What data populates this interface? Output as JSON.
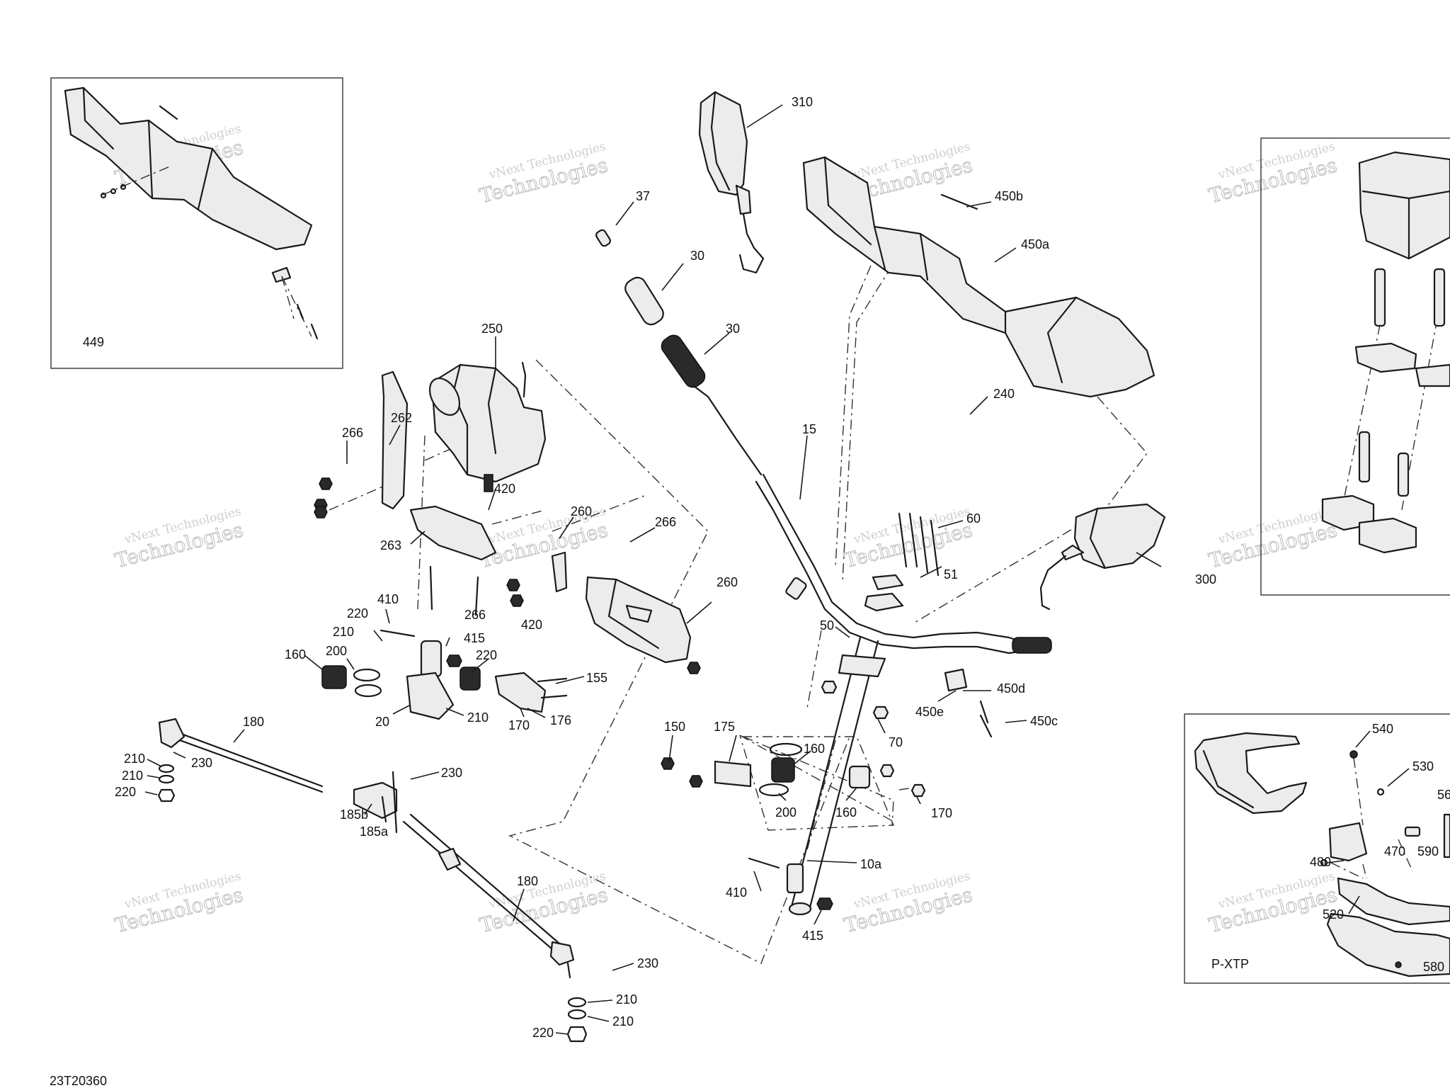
{
  "diagram": {
    "code": "23T20360",
    "inset_labels": {
      "left_inset": "449",
      "right_inset": "P-XTP"
    },
    "watermark": {
      "line1": "vNext Technologies",
      "line2": "Technologies"
    },
    "callouts": [
      {
        "id": "c310",
        "text": "310"
      },
      {
        "id": "c37",
        "text": "37"
      },
      {
        "id": "c30a",
        "text": "30"
      },
      {
        "id": "c30b",
        "text": "30"
      },
      {
        "id": "c450b",
        "text": "450b"
      },
      {
        "id": "c450a",
        "text": "450a"
      },
      {
        "id": "c250",
        "text": "250"
      },
      {
        "id": "c240",
        "text": "240"
      },
      {
        "id": "c15",
        "text": "15"
      },
      {
        "id": "c266a",
        "text": "266"
      },
      {
        "id": "c262",
        "text": "262"
      },
      {
        "id": "c420a",
        "text": "420"
      },
      {
        "id": "c260a",
        "text": "260"
      },
      {
        "id": "c266b",
        "text": "266"
      },
      {
        "id": "c263",
        "text": "263"
      },
      {
        "id": "c60",
        "text": "60"
      },
      {
        "id": "c51",
        "text": "51"
      },
      {
        "id": "c300",
        "text": "300"
      },
      {
        "id": "c260b",
        "text": "260"
      },
      {
        "id": "c410a",
        "text": "410"
      },
      {
        "id": "c266c",
        "text": "266"
      },
      {
        "id": "c420b",
        "text": "420"
      },
      {
        "id": "c220a",
        "text": "220"
      },
      {
        "id": "c210a",
        "text": "210"
      },
      {
        "id": "c415a",
        "text": "415"
      },
      {
        "id": "c50",
        "text": "50"
      },
      {
        "id": "c200a",
        "text": "200"
      },
      {
        "id": "c220b",
        "text": "220"
      },
      {
        "id": "c160a",
        "text": "160"
      },
      {
        "id": "c155",
        "text": "155"
      },
      {
        "id": "c450d",
        "text": "450d"
      },
      {
        "id": "c450e",
        "text": "450e"
      },
      {
        "id": "c20",
        "text": "20"
      },
      {
        "id": "c210b",
        "text": "210"
      },
      {
        "id": "c176",
        "text": "176"
      },
      {
        "id": "c450c",
        "text": "450c"
      },
      {
        "id": "c170a",
        "text": "170"
      },
      {
        "id": "c180a",
        "text": "180"
      },
      {
        "id": "c150",
        "text": "150"
      },
      {
        "id": "c175",
        "text": "175"
      },
      {
        "id": "c70",
        "text": "70"
      },
      {
        "id": "c210c",
        "text": "210"
      },
      {
        "id": "c230a",
        "text": "230"
      },
      {
        "id": "c160b",
        "text": "160"
      },
      {
        "id": "c210d",
        "text": "210"
      },
      {
        "id": "c230b",
        "text": "230"
      },
      {
        "id": "c220c",
        "text": "220"
      },
      {
        "id": "c200b",
        "text": "200"
      },
      {
        "id": "c160c",
        "text": "160"
      },
      {
        "id": "c170b",
        "text": "170"
      },
      {
        "id": "c185b",
        "text": "185b"
      },
      {
        "id": "c185a",
        "text": "185a"
      },
      {
        "id": "c10a",
        "text": "10a"
      },
      {
        "id": "c180b",
        "text": "180"
      },
      {
        "id": "c410b",
        "text": "410"
      },
      {
        "id": "c415b",
        "text": "415"
      },
      {
        "id": "c230c",
        "text": "230"
      },
      {
        "id": "c210e",
        "text": "210"
      },
      {
        "id": "c210f",
        "text": "210"
      },
      {
        "id": "c220d",
        "text": "220"
      },
      {
        "id": "c540",
        "text": "540"
      },
      {
        "id": "c530",
        "text": "530"
      },
      {
        "id": "c56",
        "text": "56"
      },
      {
        "id": "c470",
        "text": "470"
      },
      {
        "id": "c590",
        "text": "590"
      },
      {
        "id": "c480",
        "text": "480"
      },
      {
        "id": "c520",
        "text": "520"
      },
      {
        "id": "c580",
        "text": "580"
      }
    ]
  }
}
